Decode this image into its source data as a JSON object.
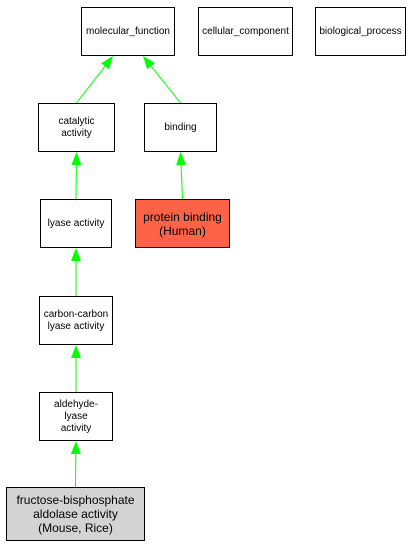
{
  "colors": {
    "edge": "#00ff00",
    "border": "#000000",
    "default_fill": "#ffffff",
    "highlight_fill": "#ff6347",
    "query_fill": "#d3d3d3"
  },
  "nodes": {
    "molecular_function": {
      "label": "molecular_function"
    },
    "cellular_component": {
      "label": "cellular_component"
    },
    "biological_process": {
      "label": "biological_process"
    },
    "catalytic_activity": {
      "label": "catalytic activity"
    },
    "binding": {
      "label": "binding"
    },
    "protein_binding": {
      "label": "protein binding\n(Human)"
    },
    "lyase_activity": {
      "label": "lyase activity"
    },
    "carbon_carbon_lyase_activity": {
      "label": "carbon-carbon\nlyase activity"
    },
    "aldehyde_lyase_activity": {
      "label": "aldehyde-lyase\nactivity"
    },
    "fructose_bisphosphate_aldolase_activity": {
      "label": "fructose-bisphosphate\naldolase activity\n(Mouse, Rice)"
    }
  },
  "edges": [
    {
      "from": "catalytic_activity",
      "to": "molecular_function"
    },
    {
      "from": "binding",
      "to": "molecular_function"
    },
    {
      "from": "lyase_activity",
      "to": "catalytic_activity"
    },
    {
      "from": "protein_binding",
      "to": "binding"
    },
    {
      "from": "carbon_carbon_lyase_activity",
      "to": "lyase_activity"
    },
    {
      "from": "aldehyde_lyase_activity",
      "to": "carbon_carbon_lyase_activity"
    },
    {
      "from": "fructose_bisphosphate_aldolase_activity",
      "to": "aldehyde_lyase_activity"
    }
  ]
}
